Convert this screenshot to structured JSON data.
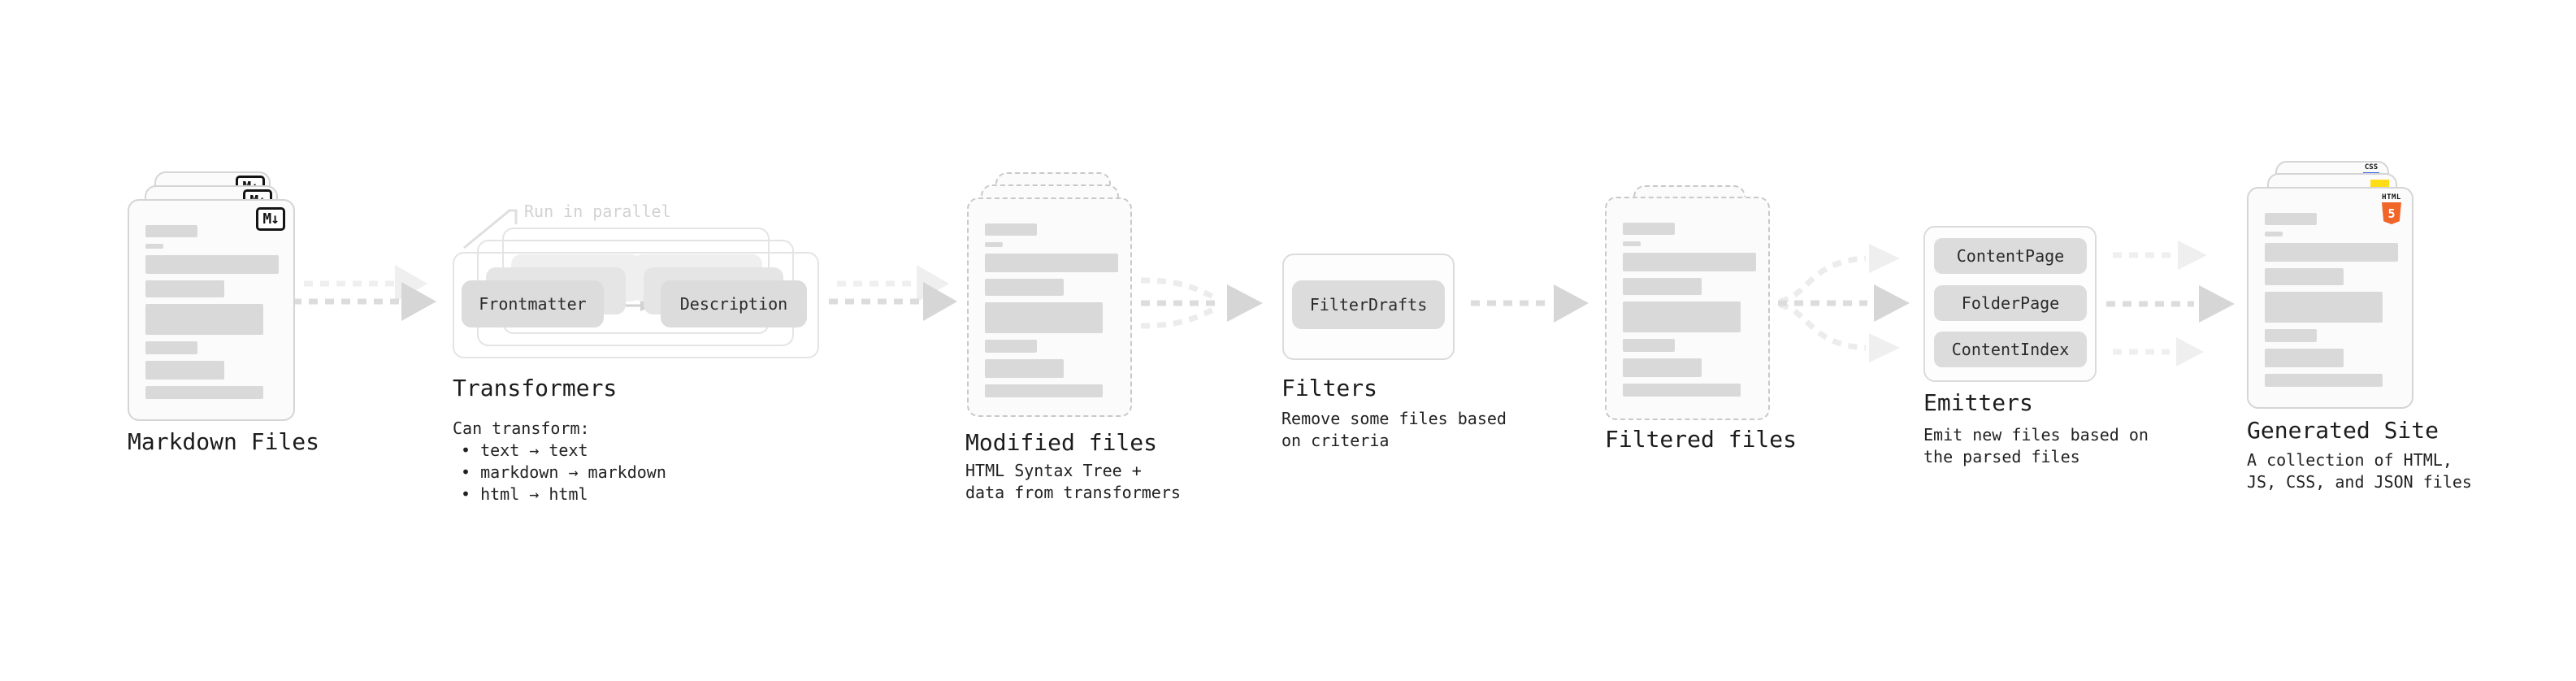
{
  "colors": {
    "skeleton_bar": "#d9d9d9",
    "arrow_dark": "#dcdcdc",
    "arrow_light": "#efefef",
    "html5_orange": "#f16529",
    "js_yellow": "#ffdd17",
    "css_blue": "#2b63e8"
  },
  "stages": {
    "markdown_files": {
      "label": "Markdown Files",
      "badge": "M↓"
    },
    "transformers": {
      "label": "Transformers",
      "annotation": "Run in parallel",
      "step1": "Frontmatter",
      "step2": "Description",
      "caption_title": "Can transform:",
      "bullets": [
        "• text → text",
        "• markdown → markdown",
        "• html → html"
      ]
    },
    "modified_files": {
      "label": "Modified files",
      "caption": "HTML Syntax Tree +\ndata from transformers"
    },
    "filters": {
      "label": "Filters",
      "step1": "FilterDrafts",
      "caption": "Remove some files based\non criteria"
    },
    "filtered_files": {
      "label": "Filtered files"
    },
    "emitters": {
      "label": "Emitters",
      "buttons": [
        "ContentPage",
        "FolderPage",
        "ContentIndex"
      ],
      "caption": "Emit new files based on\nthe parsed files"
    },
    "generated_site": {
      "label": "Generated Site",
      "badge_html": "HTML",
      "badge_html_num": "5",
      "badge_css": "CSS",
      "caption": "A collection of HTML,\nJS, CSS, and JSON files"
    }
  }
}
